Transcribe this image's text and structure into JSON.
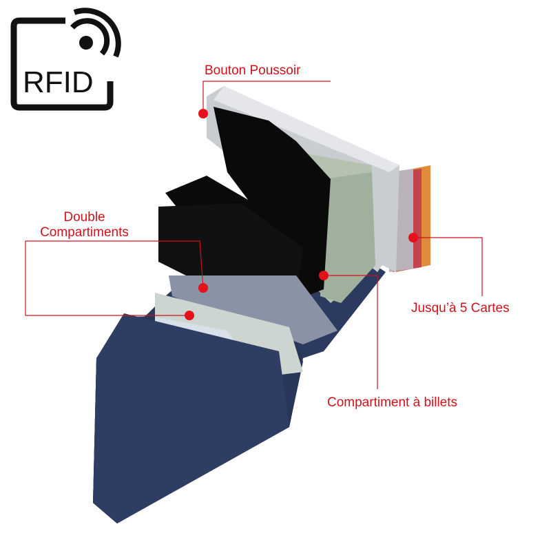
{
  "logo": {
    "text": "RFID",
    "icon": "rfid-signal-icon"
  },
  "annotations": {
    "push_button": "Bouton Poussoir",
    "double_compartments_line1": "Double",
    "double_compartments_line2": "Compartiments",
    "cards": "Jusqu’à 5 Cartes",
    "bills": "Compartiment à billets"
  },
  "colors": {
    "annotation": "#d0121b",
    "leather": "#2b3a5e",
    "aluminum": "#c9ccd1",
    "card_black": "#0a0a0a"
  }
}
